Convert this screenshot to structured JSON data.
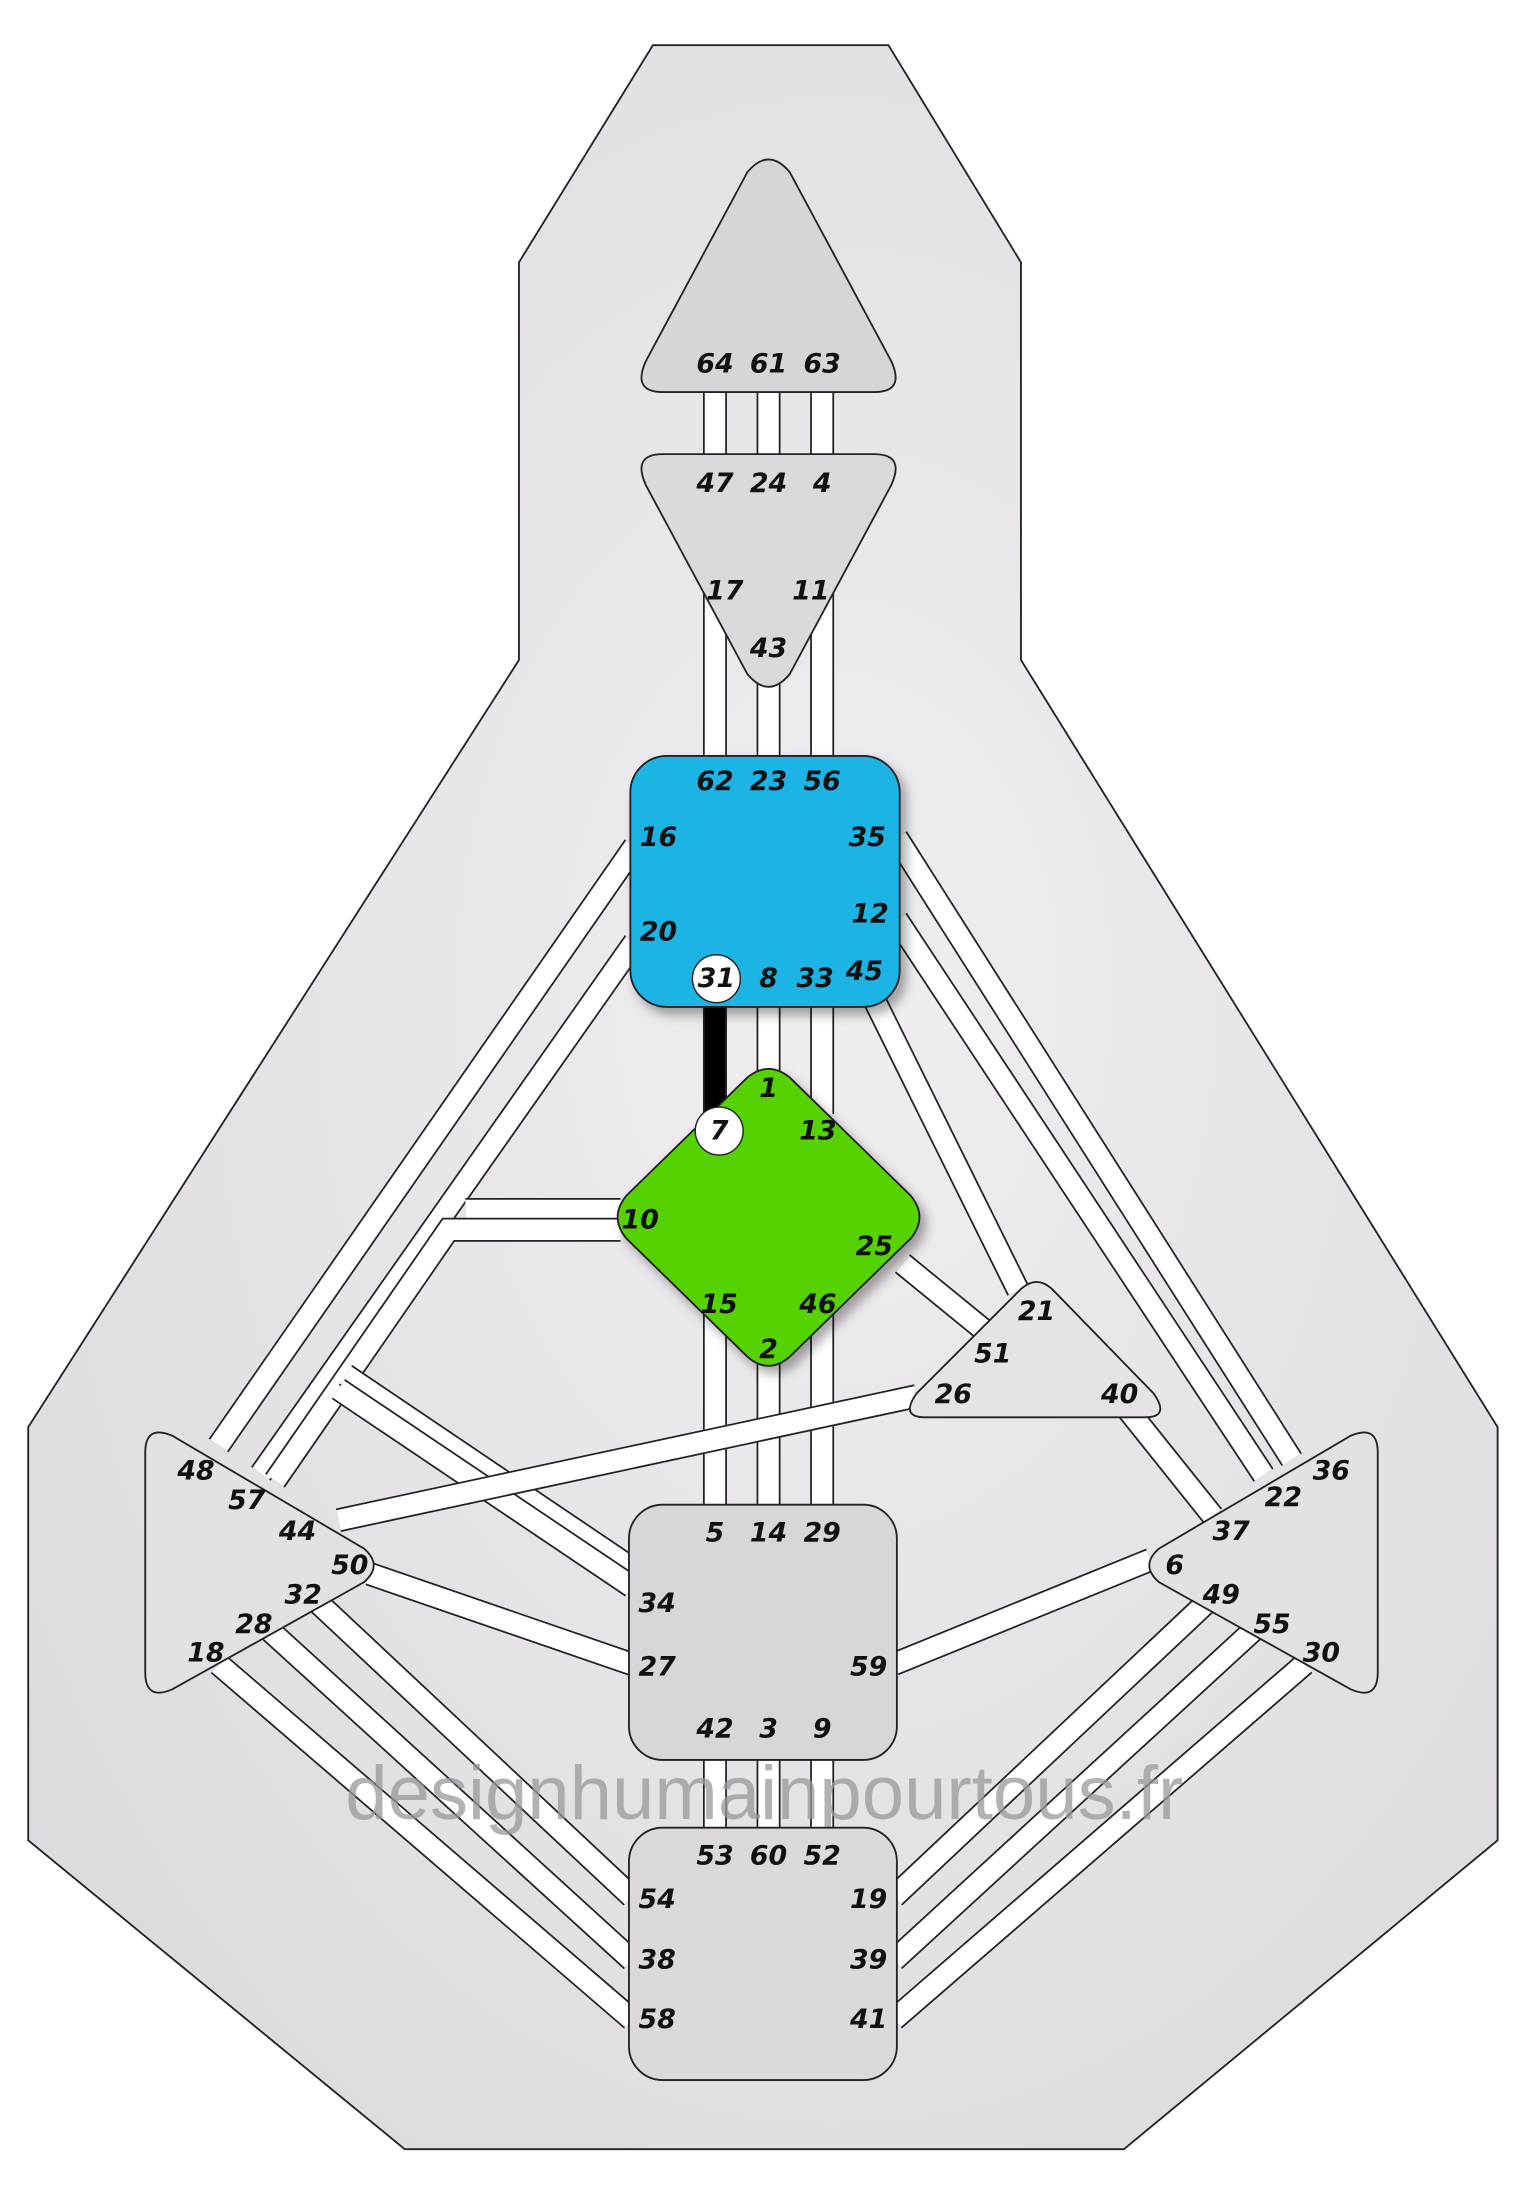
{
  "colors": {
    "body_fill": "#e2dfe5",
    "center_fill": "#dcd8de",
    "throat_fill": "#1cb4e4",
    "g_fill": "#56d200",
    "activated_channel": "#000000",
    "channel_fill": "#ffffff"
  },
  "watermark": "designhumainpourtous.fr",
  "centers": [
    {
      "name": "head",
      "defined": false,
      "gates": [
        "64",
        "61",
        "63"
      ]
    },
    {
      "name": "ajna",
      "defined": false,
      "gates": [
        "47",
        "24",
        "4",
        "17",
        "11",
        "43"
      ]
    },
    {
      "name": "throat",
      "defined": true,
      "gates": [
        "62",
        "23",
        "56",
        "16",
        "35",
        "20",
        "12",
        "31",
        "8",
        "33",
        "45"
      ]
    },
    {
      "name": "g",
      "defined": true,
      "gates": [
        "1",
        "7",
        "13",
        "10",
        "25",
        "15",
        "46",
        "2"
      ]
    },
    {
      "name": "heart",
      "defined": false,
      "gates": [
        "21",
        "51",
        "26",
        "40"
      ]
    },
    {
      "name": "sacral",
      "defined": false,
      "gates": [
        "5",
        "14",
        "29",
        "34",
        "27",
        "59",
        "42",
        "3",
        "9"
      ]
    },
    {
      "name": "root",
      "defined": false,
      "gates": [
        "53",
        "60",
        "52",
        "54",
        "38",
        "58",
        "19",
        "39",
        "41"
      ]
    },
    {
      "name": "spleen",
      "defined": false,
      "gates": [
        "48",
        "57",
        "44",
        "50",
        "32",
        "28",
        "18"
      ]
    },
    {
      "name": "solar-plexus",
      "defined": false,
      "gates": [
        "36",
        "22",
        "37",
        "6",
        "49",
        "55",
        "30"
      ]
    }
  ],
  "highlighted_gates": [
    "31",
    "7"
  ],
  "channels": [
    {
      "id": "64-47",
      "defined": false
    },
    {
      "id": "61-24",
      "defined": false
    },
    {
      "id": "63-4",
      "defined": false
    },
    {
      "id": "17-62",
      "defined": false
    },
    {
      "id": "43-23",
      "defined": false
    },
    {
      "id": "11-56",
      "defined": false
    },
    {
      "id": "31-7",
      "defined": true
    },
    {
      "id": "8-1",
      "defined": false
    },
    {
      "id": "33-13",
      "defined": false
    },
    {
      "id": "15-5",
      "defined": false
    },
    {
      "id": "2-14",
      "defined": false
    },
    {
      "id": "46-29",
      "defined": false
    },
    {
      "id": "42-53",
      "defined": false
    },
    {
      "id": "3-60",
      "defined": false
    },
    {
      "id": "9-52",
      "defined": false
    },
    {
      "id": "16-48",
      "defined": false
    },
    {
      "id": "20-57",
      "defined": false
    },
    {
      "id": "20-10",
      "defined": false
    },
    {
      "id": "10-57",
      "defined": false
    },
    {
      "id": "34-57",
      "defined": false
    },
    {
      "id": "20-34",
      "defined": false
    },
    {
      "id": "27-50",
      "defined": false
    },
    {
      "id": "59-6",
      "defined": false
    },
    {
      "id": "44-26",
      "defined": false
    },
    {
      "id": "25-51",
      "defined": false
    },
    {
      "id": "45-21",
      "defined": false
    },
    {
      "id": "35-36",
      "defined": false
    },
    {
      "id": "12-22",
      "defined": false
    },
    {
      "id": "40-37",
      "defined": false
    },
    {
      "id": "54-32",
      "defined": false
    },
    {
      "id": "38-28",
      "defined": false
    },
    {
      "id": "58-18",
      "defined": false
    },
    {
      "id": "19-49",
      "defined": false
    },
    {
      "id": "39-55",
      "defined": false
    },
    {
      "id": "41-30",
      "defined": false
    }
  ]
}
